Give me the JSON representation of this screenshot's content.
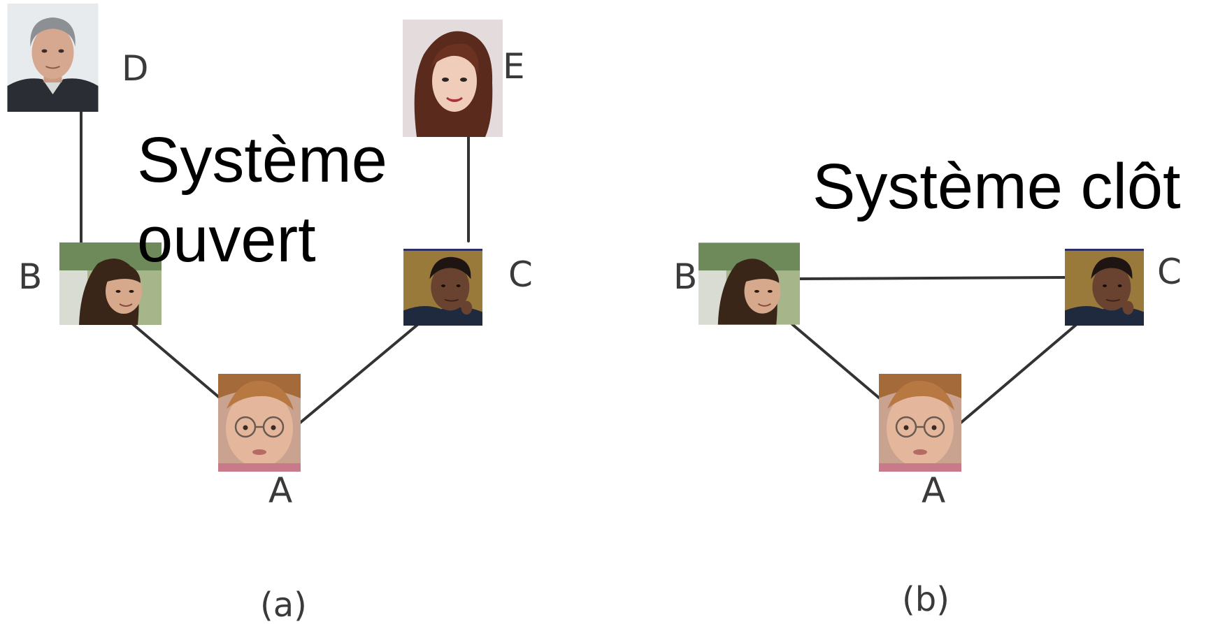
{
  "panel_a": {
    "title_line1": "Système",
    "title_line2": "ouvert",
    "caption": "(a)",
    "nodes": {
      "A": "A",
      "B": "B",
      "C": "C",
      "D": "D",
      "E": "E"
    }
  },
  "panel_b": {
    "title": "Système clôt",
    "caption": "(b)",
    "nodes": {
      "A": "A",
      "B": "B",
      "C": "C"
    }
  }
}
